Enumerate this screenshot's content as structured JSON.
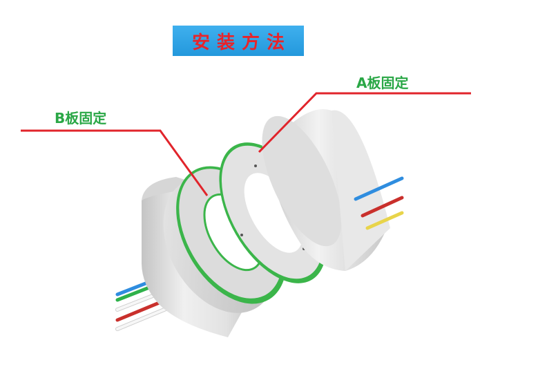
{
  "title": {
    "text": "安装方法"
  },
  "callouts": {
    "a_plate": "A板固定",
    "b_plate": "B板固定"
  },
  "colors": {
    "banner_bg": "#2ea4e6",
    "title_text": "#e8242a",
    "callout_text": "#2aa746",
    "leader_line": "#e1242b",
    "ring_green": "#3bb54a",
    "housing": "#e3e3e3",
    "wire_blue": "#2f8ddf",
    "wire_red": "#c9302c",
    "wire_yellow": "#e8d44a",
    "wire_green": "#2eb14a",
    "wire_white": "#f4f4f4"
  }
}
